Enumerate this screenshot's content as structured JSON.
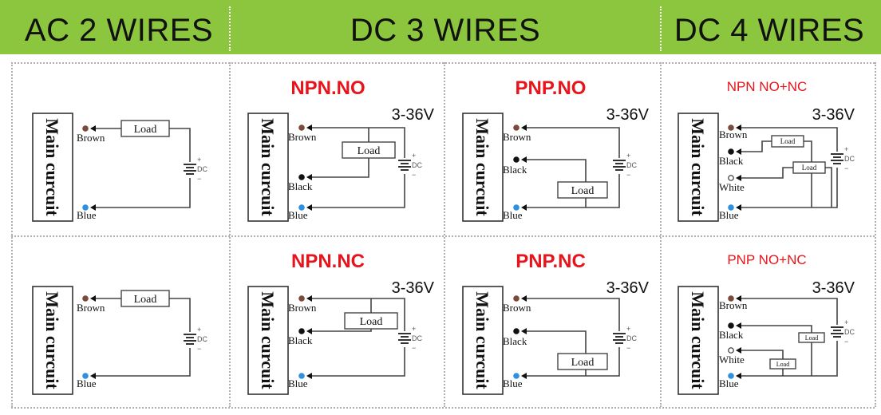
{
  "headers": [
    "AC 2 WIRES",
    "DC 3 WIRES",
    "DC 4 WIRES"
  ],
  "common": {
    "main_circuit": "Main curcuit",
    "load": "Load",
    "brown": "Brown",
    "black": "Black",
    "white": "White",
    "blue": "Blue",
    "dc": "DC",
    "plus": "+",
    "minus": "−",
    "voltage": "3-36V"
  },
  "cells": [
    {
      "id": "ac-top",
      "title": ""
    },
    {
      "id": "npn-no",
      "title": "NPN.NO"
    },
    {
      "id": "pnp-no",
      "title": "PNP.NO"
    },
    {
      "id": "npn-nonc",
      "title": "NPN NO+NC"
    },
    {
      "id": "ac-bottom",
      "title": ""
    },
    {
      "id": "npn-nc",
      "title": "NPN.NC"
    },
    {
      "id": "pnp-nc",
      "title": "PNP.NC"
    },
    {
      "id": "pnp-nonc",
      "title": "PNP NO+NC"
    }
  ],
  "colors": {
    "header_bg": "#8cc63f",
    "title_red": "#e8141b",
    "wire": "#444444",
    "brown_dot": "#7a4a3a",
    "blue_dot": "#2f8fe0",
    "black_dot": "#111111"
  }
}
